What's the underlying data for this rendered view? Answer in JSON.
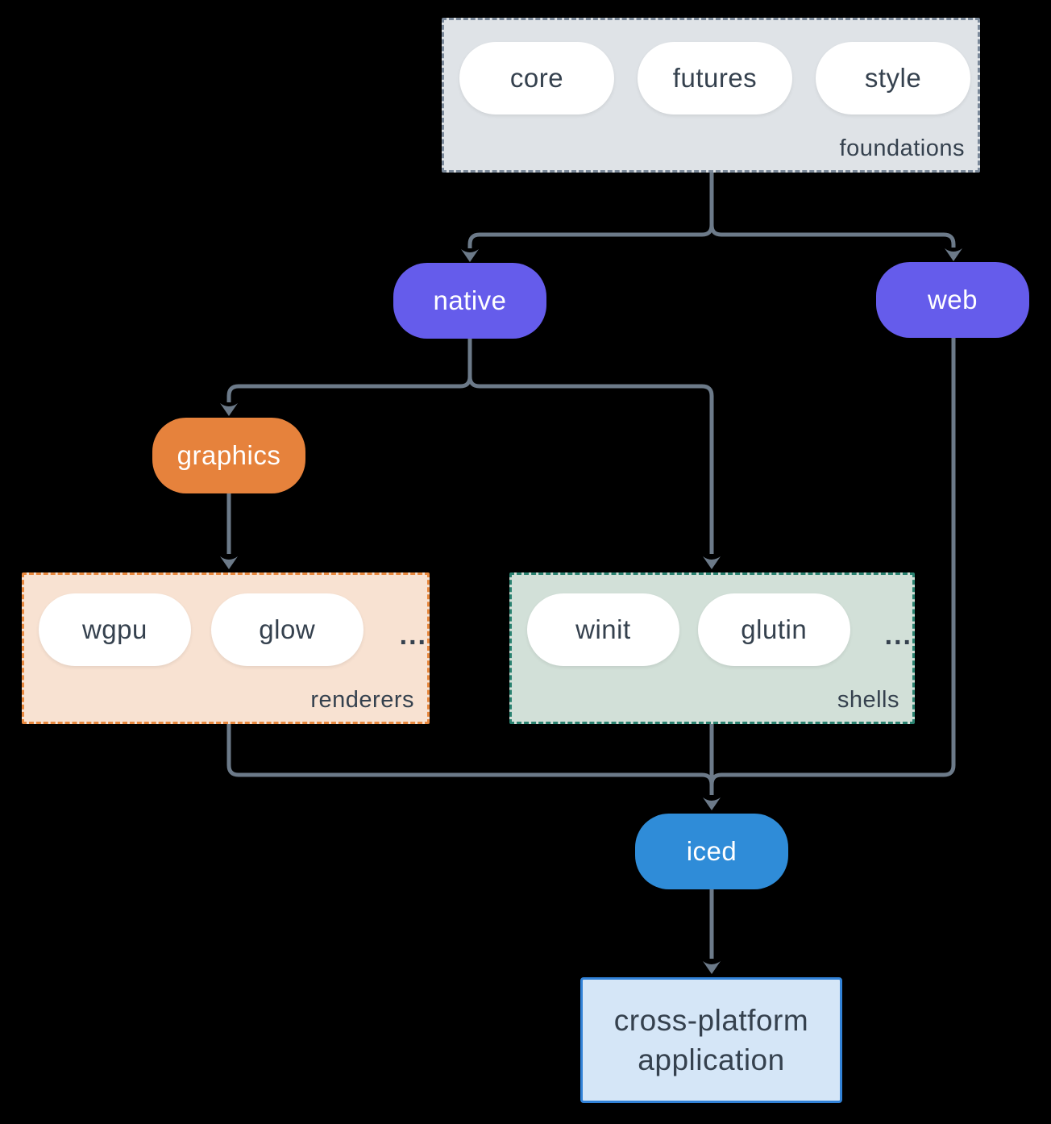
{
  "colors": {
    "background": "#000000",
    "connector": "#6C7A89",
    "purple_node": "#655CEB",
    "orange_node": "#E6823C",
    "blue_node": "#2F8CD8",
    "dark_text": "#35414E",
    "foundations_fill": "#DFE3E7",
    "foundations_border": "#7A8899",
    "renderers_fill": "#F8E2D2",
    "renderers_border": "#E8883E",
    "shells_fill": "#D2E0D8",
    "shells_border": "#2A8270",
    "application_fill": "#D5E6F7",
    "application_border": "#3282D7"
  },
  "foundations": {
    "label": "foundations",
    "pills": [
      "core",
      "futures",
      "style"
    ]
  },
  "native": {
    "label": "native"
  },
  "web": {
    "label": "web"
  },
  "graphics": {
    "label": "graphics"
  },
  "renderers": {
    "label": "renderers",
    "pills": [
      "wgpu",
      "glow"
    ],
    "ellipsis": "..."
  },
  "shells": {
    "label": "shells",
    "pills": [
      "winit",
      "glutin"
    ],
    "ellipsis": "..."
  },
  "iced": {
    "label": "iced"
  },
  "application": {
    "label": "cross-platform application"
  }
}
